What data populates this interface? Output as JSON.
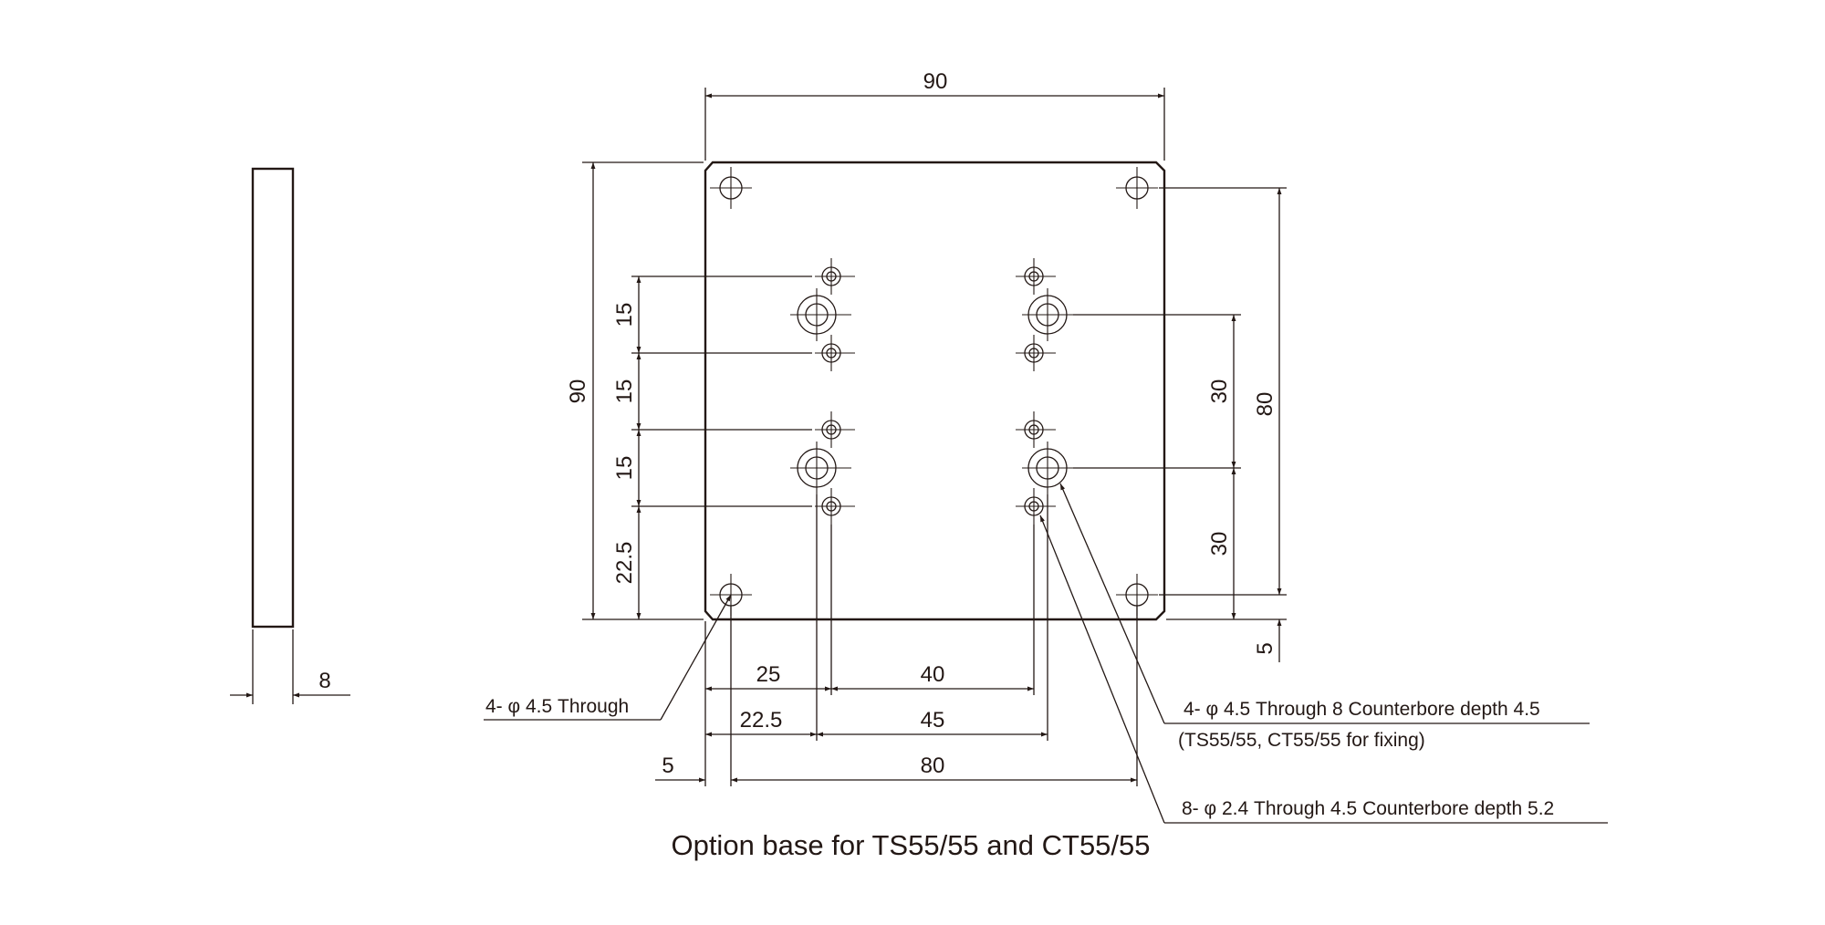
{
  "dimensions": {
    "top_width": "90",
    "left_height": "90",
    "p_top": "15",
    "p_mid_upper": "15",
    "p_mid_lower": "15",
    "p_bottom": "22.5",
    "thickness": "8",
    "r_upper": "30",
    "r_lower": "30",
    "r_mount": "80",
    "r_offset": "5",
    "b_25": "25",
    "b_40": "40",
    "b_22_5": "22.5",
    "b_45": "45",
    "b_5": "5",
    "b_80": "80"
  },
  "callouts": {
    "through_4": "4- φ 4.5 Through",
    "counterbore_line1": "4- φ 4.5 Through 8 Counterbore depth 4.5",
    "counterbore_line2": "(TS55/55, CT55/55 for fixing)",
    "small_holes": "8- φ 2.4 Through 4.5 Counterbore depth 5.2"
  },
  "caption": "Option base for TS55/55 and CT55/55"
}
